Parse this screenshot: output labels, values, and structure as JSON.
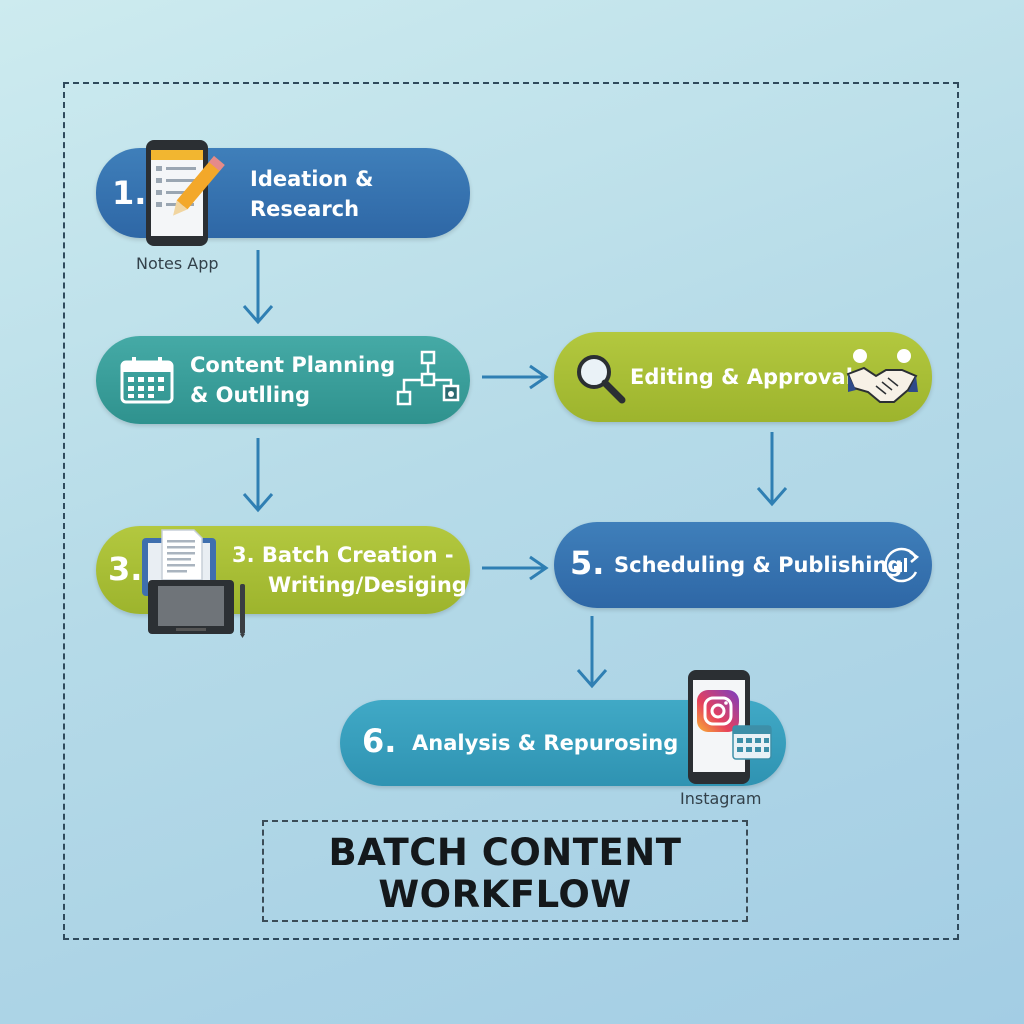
{
  "steps": [
    {
      "number": "1.",
      "lines": [
        "Ideation &",
        "Research"
      ],
      "caption": "Notes App"
    },
    {
      "number": "",
      "lines": [
        "Content Planning",
        "& Outlling"
      ]
    },
    {
      "number": "3.",
      "lines": [
        "3. Batch Creation -",
        "Writing/Desiging"
      ]
    },
    {
      "number": "",
      "lines": [
        "Editing & Approval"
      ]
    },
    {
      "number": "5.",
      "lines": [
        "Scheduling & Publishing"
      ]
    },
    {
      "number": "6.",
      "lines": [
        "Analysis & Repurosing"
      ],
      "caption": "Instagram"
    }
  ],
  "title": [
    "BATCH CONTENT",
    "WORKFLOW"
  ],
  "colors": {
    "blue": "#2e67a6",
    "teal": "#2f928e",
    "lime": "#9db42d",
    "cyan": "#2f93b2",
    "arrow": "#2f7fb3"
  },
  "icons": {
    "step1": "phone-notes-pencil-icon",
    "step2": [
      "calendar-icon",
      "flowchart-icon"
    ],
    "step3": [
      "document-icon",
      "drawing-tablet-icon"
    ],
    "step4": [
      "magnifier-icon",
      "handshake-icon"
    ],
    "step5": "analytics-refresh-icon",
    "step6": [
      "instagram-phone-icon",
      "calendar-icon"
    ]
  }
}
